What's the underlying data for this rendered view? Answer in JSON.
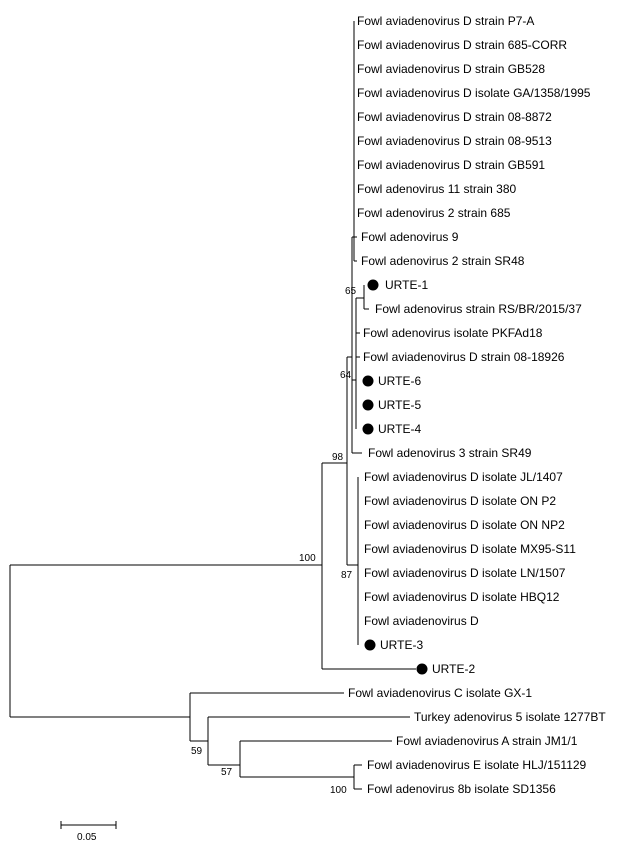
{
  "tree": {
    "marker_color": "#000000",
    "line_color": "#000000",
    "taxa": [
      {
        "label": "Fowl aviadenovirus D strain P7-A",
        "marker": false
      },
      {
        "label": "Fowl aviadenovirus D strain 685-CORR",
        "marker": false
      },
      {
        "label": "Fowl aviadenovirus D strain GB528",
        "marker": false
      },
      {
        "label": "Fowl aviadenovirus D isolate GA/1358/1995",
        "marker": false
      },
      {
        "label": "Fowl aviadenovirus D strain 08-8872",
        "marker": false
      },
      {
        "label": "Fowl aviadenovirus D strain 08-9513",
        "marker": false
      },
      {
        "label": "Fowl aviadenovirus D strain GB591",
        "marker": false
      },
      {
        "label": "Fowl adenovirus 11 strain 380",
        "marker": false
      },
      {
        "label": "Fowl adenovirus 2 strain 685",
        "marker": false
      },
      {
        "label": "Fowl adenovirus 9",
        "marker": false
      },
      {
        "label": "Fowl adenovirus 2 strain SR48",
        "marker": false
      },
      {
        "label": "URTE-1",
        "marker": true
      },
      {
        "label": "Fowl adenovirus strain RS/BR/2015/37",
        "marker": false
      },
      {
        "label": "Fowl adenovirus isolate PKFAd18",
        "marker": false
      },
      {
        "label": "Fowl aviadenovirus D strain 08-18926",
        "marker": false
      },
      {
        "label": "URTE-6",
        "marker": true
      },
      {
        "label": "URTE-5",
        "marker": true
      },
      {
        "label": "URTE-4",
        "marker": true
      },
      {
        "label": "Fowl adenovirus 3 strain SR49",
        "marker": false
      },
      {
        "label": "Fowl aviadenovirus D isolate JL/1407",
        "marker": false
      },
      {
        "label": "Fowl aviadenovirus D isolate ON P2",
        "marker": false
      },
      {
        "label": "Fowl aviadenovirus D isolate ON NP2",
        "marker": false
      },
      {
        "label": "Fowl aviadenovirus D isolate MX95-S11",
        "marker": false
      },
      {
        "label": "Fowl aviadenovirus D isolate LN/1507",
        "marker": false
      },
      {
        "label": "Fowl aviadenovirus D isolate HBQ12",
        "marker": false
      },
      {
        "label": "Fowl aviadenovirus D",
        "marker": false
      },
      {
        "label": "URTE-3",
        "marker": true
      },
      {
        "label": "URTE-2",
        "marker": true
      },
      {
        "label": "Fowl aviadenovirus C isolate GX-1",
        "marker": false
      },
      {
        "label": "Turkey adenovirus 5 isolate 1277BT",
        "marker": false
      },
      {
        "label": "Fowl aviadenovirus A strain JM1/1",
        "marker": false
      },
      {
        "label": "Fowl aviadenovirus E isolate HLJ/151129",
        "marker": false
      },
      {
        "label": "Fowl adenovirus 8b isolate SD1356",
        "marker": false
      }
    ],
    "bootstrap_values": [
      "65",
      "64",
      "98",
      "100",
      "87",
      "59",
      "57",
      "100"
    ],
    "scale_bar": {
      "label": "0.05",
      "length": 0.05
    }
  }
}
